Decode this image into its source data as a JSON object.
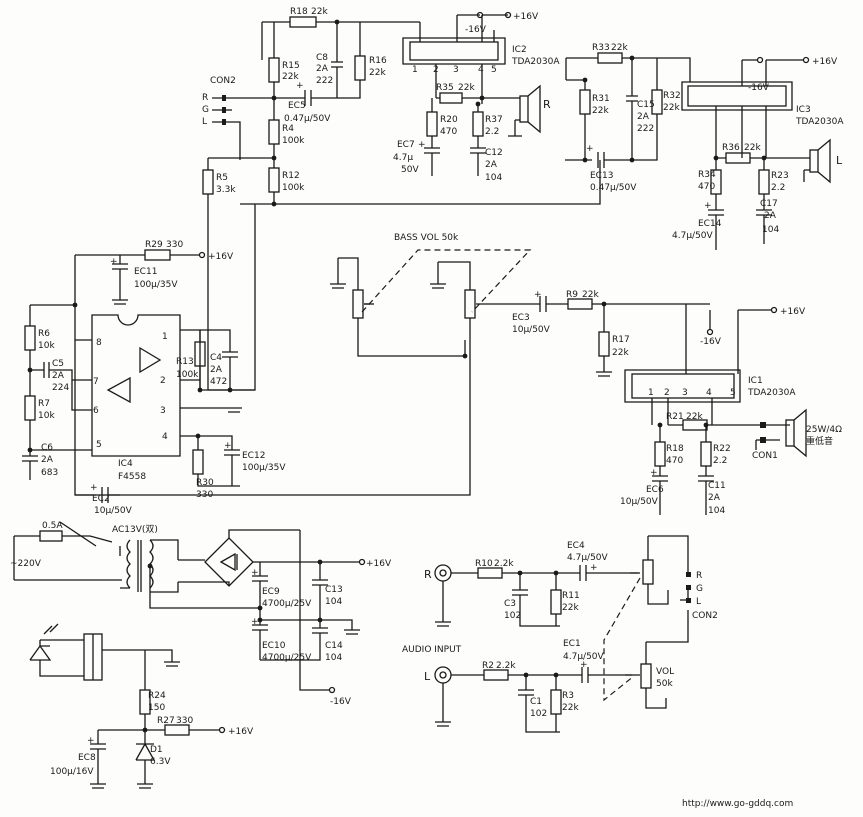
{
  "components": {
    "R18": {
      "ref": "R18",
      "val": "22k"
    },
    "R15": {
      "ref": "R15",
      "val": "22k"
    },
    "C8t": {
      "ref": "C8",
      "v1": "2A",
      "v2": "222"
    },
    "R16": {
      "ref": "R16",
      "val": "22k"
    },
    "EC5": {
      "ref": "EC5",
      "val": "0.47μ/50V"
    },
    "R4": {
      "ref": "R4",
      "val": "100k"
    },
    "R12": {
      "ref": "R12",
      "val": "100k"
    },
    "R5": {
      "ref": "R5",
      "val": "3.3k"
    },
    "IC2": {
      "ref": "IC2",
      "val": "TDA2030A"
    },
    "R35": {
      "ref": "R35",
      "val": "22k"
    },
    "R20": {
      "ref": "R20",
      "val": "470"
    },
    "R37": {
      "ref": "R37",
      "val": "2.2"
    },
    "EC7": {
      "ref": "EC7",
      "v1": "4.7μ",
      "v2": "50V"
    },
    "C12": {
      "ref": "C12",
      "v1": "2A",
      "v2": "104"
    },
    "R33": {
      "ref": "R33",
      "val": "22k"
    },
    "R31": {
      "ref": "R31",
      "val": "22k"
    },
    "C15": {
      "ref": "C15",
      "v1": "2A",
      "v2": "222"
    },
    "R32": {
      "ref": "R32",
      "val": "22k"
    },
    "EC13": {
      "ref": "EC13",
      "val": "0.47μ/50V"
    },
    "IC3": {
      "ref": "IC3",
      "val": "TDA2030A"
    },
    "R36": {
      "ref": "R36",
      "val": "22k"
    },
    "R34": {
      "ref": "R34",
      "val": "470"
    },
    "R23": {
      "ref": "R23",
      "val": "2.2"
    },
    "C17": {
      "ref": "C17",
      "v1": "2A",
      "v2": "104"
    },
    "EC14": {
      "ref": "EC14",
      "val": "4.7μ/50V"
    },
    "R29": {
      "ref": "R29",
      "val": "330"
    },
    "EC11": {
      "ref": "EC11",
      "val": "100μ/35V"
    },
    "R6": {
      "ref": "R6",
      "val": "10k"
    },
    "C5": {
      "ref": "C5",
      "v1": "2A",
      "v2": "224"
    },
    "R7": {
      "ref": "R7",
      "val": "10k"
    },
    "C6b": {
      "ref": "C6",
      "v1": "2A",
      "v2": "683"
    },
    "R13": {
      "ref": "R13",
      "val": "100k"
    },
    "C4": {
      "ref": "C4",
      "v1": "2A",
      "v2": "472"
    },
    "R30": {
      "ref": "R30",
      "val": "330"
    },
    "EC12": {
      "ref": "EC12",
      "val": "100μ/35V"
    },
    "IC4": {
      "ref": "IC4",
      "val": "F4558"
    },
    "EC2": {
      "ref": "EC2",
      "val": "10μ/50V"
    },
    "EC3": {
      "ref": "EC3",
      "val": "10μ/50V"
    },
    "R9": {
      "ref": "R9",
      "val": "22k"
    },
    "R17": {
      "ref": "R17",
      "val": "22k"
    },
    "IC1": {
      "ref": "IC1",
      "val": "TDA2030A"
    },
    "R21": {
      "ref": "R21",
      "val": "22k"
    },
    "R18b": {
      "ref": "R18",
      "val": "470"
    },
    "R22": {
      "ref": "R22",
      "val": "2.2"
    },
    "EC6": {
      "ref": "EC6",
      "val": "10μ/50V"
    },
    "C11": {
      "ref": "C11",
      "v1": "2A",
      "v2": "104"
    },
    "EC9": {
      "ref": "EC9",
      "val": "4700μ/25V"
    },
    "EC10": {
      "ref": "EC10",
      "val": "4700μ/25V"
    },
    "C13": {
      "ref": "C13",
      "val": "104"
    },
    "C14": {
      "ref": "C14",
      "val": "104"
    },
    "R24": {
      "ref": "R24",
      "val": "150"
    },
    "R27": {
      "ref": "R27",
      "val": "330"
    },
    "EC8": {
      "ref": "EC8",
      "val": "100μ/16V"
    },
    "D1": {
      "ref": "D1",
      "val": "6.3V"
    },
    "R10": {
      "ref": "R10",
      "val": "2.2k"
    },
    "C3": {
      "ref": "C3",
      "val": "102"
    },
    "R11": {
      "ref": "R11",
      "val": "22k"
    },
    "EC4": {
      "ref": "EC4",
      "val": "4.7μ/50V"
    },
    "R2": {
      "ref": "R2",
      "val": "2.2k"
    },
    "C1": {
      "ref": "C1",
      "val": "102"
    },
    "R3": {
      "ref": "R3",
      "val": "22k"
    },
    "EC1": {
      "ref": "EC1",
      "val": "4.7μ/50V"
    },
    "VOL": {
      "ref": "VOL",
      "val": "50k"
    }
  },
  "labels": {
    "plus16": "+16V",
    "minus16": "-16V",
    "con2_top": "CON2",
    "con2_bottom": "CON2",
    "con1": "CON1",
    "bass_vol": "BASS VOL 50k",
    "speaker_r": "R",
    "speaker_l": "L",
    "sub_line1": "25W/4Ω",
    "sub_line2": "重低音",
    "fuse": "0.5A",
    "mains": "~220V",
    "transformer": "AC13V(双)",
    "audio_input": "AUDIO INPUT",
    "in_r": "R",
    "in_l": "L",
    "pin_r": "R",
    "pin_g": "G",
    "pin_l": "L",
    "url": "http://www.go-gddq.com"
  },
  "pins": {
    "p1": "1",
    "p2": "2",
    "p3": "3",
    "p4": "4",
    "p5": "5",
    "p6": "6",
    "p7": "7",
    "p8": "8"
  }
}
